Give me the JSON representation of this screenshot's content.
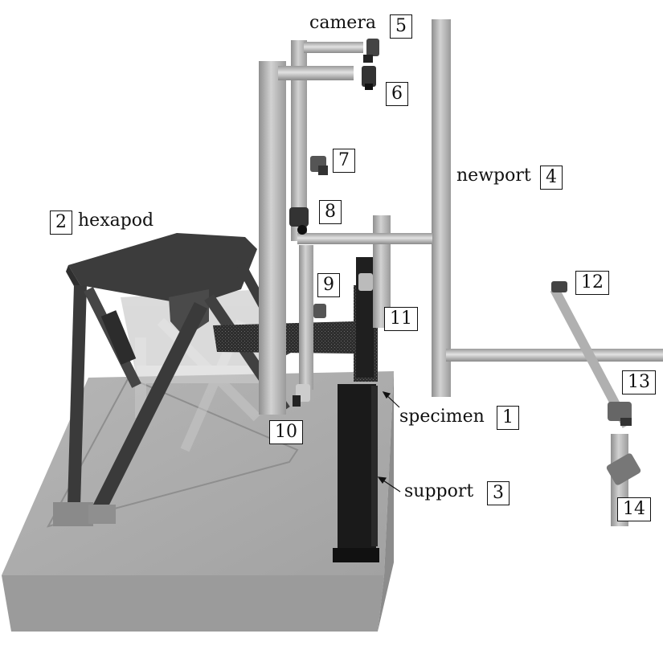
{
  "labels": {
    "camera": "camera",
    "hexapod": "hexapod",
    "newport": "newport",
    "specimen": "specimen",
    "support": "support"
  },
  "numbers": {
    "n1": "1",
    "n2": "2",
    "n3": "3",
    "n4": "4",
    "n5": "5",
    "n6": "6",
    "n7": "7",
    "n8": "8",
    "n9": "9",
    "n10": "10",
    "n11": "11",
    "n12": "12",
    "n13": "13",
    "n14": "14"
  },
  "colors": {
    "background": "#ffffff",
    "table": "#a8a8a8",
    "hexapod": "#3c3c3c",
    "support": "#1a1a1a",
    "posts": "#b4b4b4"
  }
}
